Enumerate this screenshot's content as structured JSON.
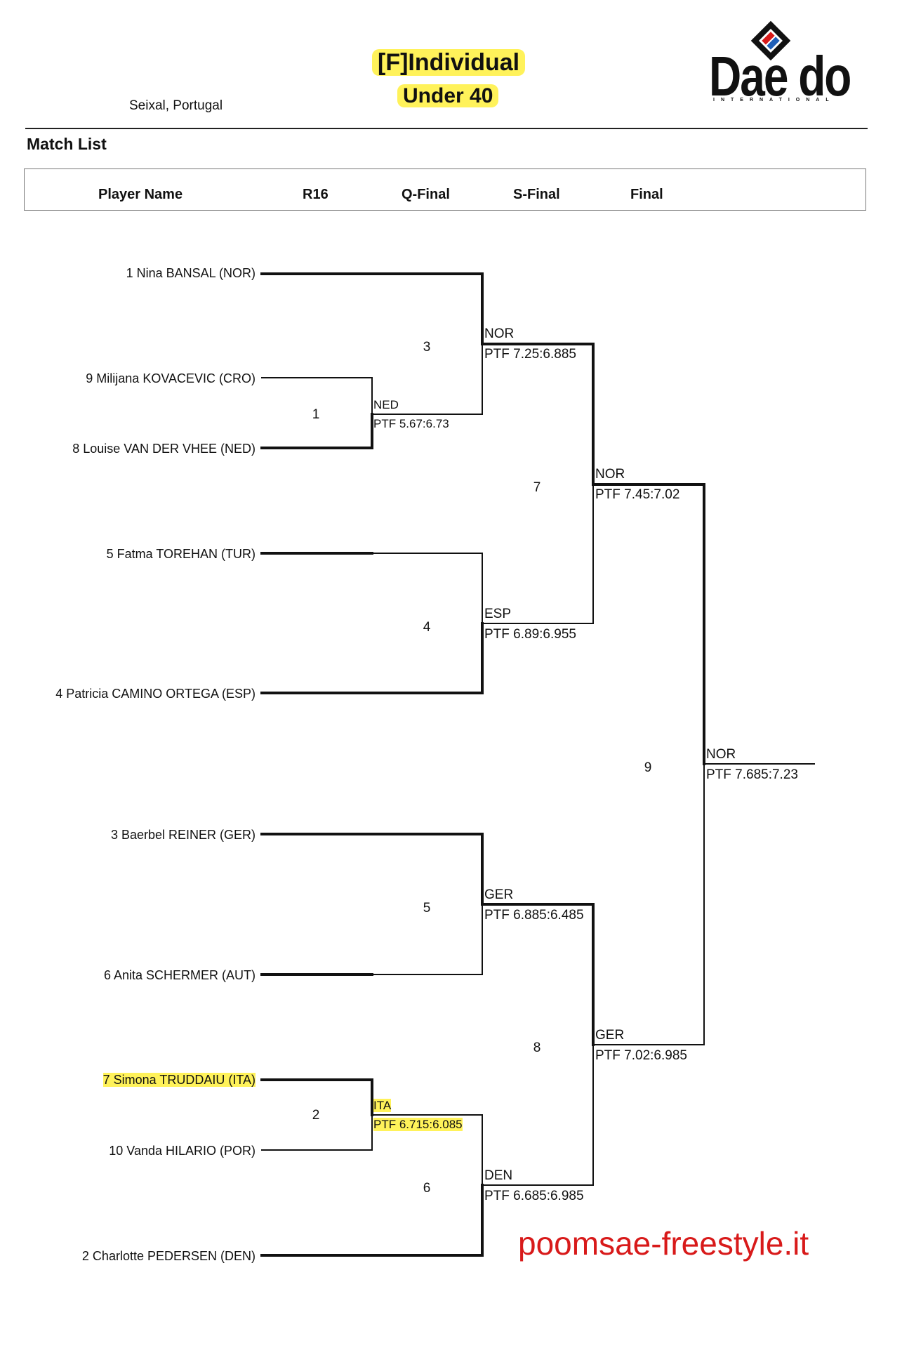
{
  "header": {
    "title_line1": "[F]Individual",
    "title_line2": "Under 40",
    "location": "Seixal, Portugal",
    "section_title": "Match List",
    "logo_text": "Dae do",
    "logo_subtext": "INTERNATIONAL"
  },
  "columns": [
    "Player Name",
    "R16",
    "Q-Final",
    "S-Final",
    "Final"
  ],
  "players": [
    "1 Nina BANSAL (NOR)",
    "9 Milijana KOVACEVIC (CRO)",
    "8 Louise VAN DER VHEE (NED)",
    "5 Fatma TOREHAN (TUR)",
    "4 Patricia CAMINO ORTEGA (ESP)",
    "3 Baerbel REINER (GER)",
    "6 Anita SCHERMER (AUT)",
    "7 Simona TRUDDAIU (ITA)",
    "10 Vanda HILARIO (POR)",
    "2 Charlotte PEDERSEN (DEN)"
  ],
  "match_numbers": [
    "1",
    "2",
    "3",
    "4",
    "5",
    "6",
    "7",
    "8",
    "9"
  ],
  "results": [
    {
      "winner": "NED",
      "score": "PTF 5.67:6.73"
    },
    {
      "winner": "ITA",
      "score": "PTF 6.715:6.085"
    },
    {
      "winner": "NOR",
      "score": "PTF 7.25:6.885"
    },
    {
      "winner": "ESP",
      "score": "PTF 6.89:6.955"
    },
    {
      "winner": "GER",
      "score": "PTF 6.885:6.485"
    },
    {
      "winner": "DEN",
      "score": "PTF 6.685:6.985"
    },
    {
      "winner": "NOR",
      "score": "PTF 7.45:7.02"
    },
    {
      "winner": "GER",
      "score": "PTF 7.02:6.985"
    },
    {
      "winner": "NOR",
      "score": "PTF 7.685:7.23"
    }
  ],
  "watermark": "poomsae-freestyle.it",
  "colors": {
    "highlight": "#fff25a",
    "watermark": "#d81a1a",
    "logo_red": "#d81a1a",
    "logo_blue": "#1f5fb8"
  }
}
